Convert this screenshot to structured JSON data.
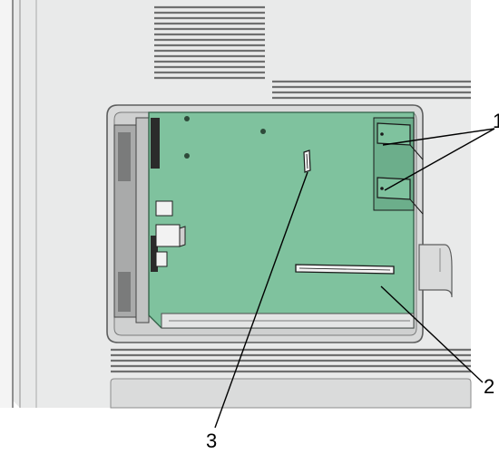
{
  "colors": {
    "chassis": "#e9eaea",
    "panel_dark": "#c8c9c9",
    "board": "#7fc29e",
    "board_edge": "#2f5e45",
    "line": "#000000",
    "slot": "#f2f2f2"
  },
  "callouts": [
    {
      "id": "1",
      "label": "1",
      "target": "firmware-card-connectors"
    },
    {
      "id": "2",
      "label": "2",
      "target": "memory-card-connector"
    },
    {
      "id": "3",
      "label": "3",
      "target": "flash-memory-connector"
    }
  ]
}
